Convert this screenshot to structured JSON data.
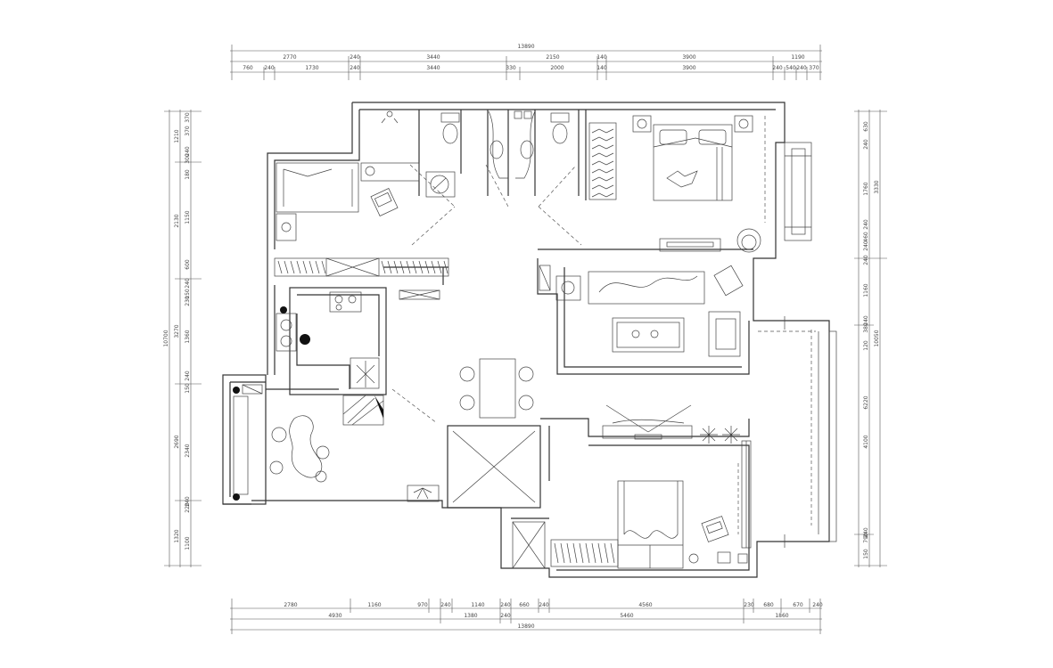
{
  "dimensions": {
    "top_total": "13890",
    "top_row1": [
      "2770",
      "240",
      "3440",
      "2150",
      "140",
      "3900",
      "1190"
    ],
    "top_row2": [
      "760",
      "240",
      "1730",
      "240",
      "3440",
      "330",
      "2000",
      "140",
      "3900",
      "240",
      "540",
      "240",
      "370"
    ],
    "bottom_row1": [
      "2780",
      "1160",
      "970",
      "240",
      "1140",
      "240",
      "660",
      "240",
      "4560",
      "230",
      "680",
      "670",
      "240"
    ],
    "bottom_row2": [
      "4930",
      "1380",
      "240",
      "5460",
      "1860"
    ],
    "bottom_total": "13890",
    "left_outer": [
      "1210",
      "2130",
      "3270",
      "2690",
      "1320"
    ],
    "left_total": "10700",
    "left_inner": [
      "370",
      "370",
      "240",
      "300",
      "180",
      "1150",
      "600",
      "240",
      "150",
      "230",
      "1360",
      "240",
      "150",
      "2340",
      "240",
      "220",
      "1100"
    ],
    "right_outer": [
      "3330",
      "10050"
    ],
    "right_inner": [
      "630",
      "240",
      "1760",
      "240",
      "460",
      "240",
      "240",
      "1160",
      "240",
      "380",
      "120",
      "6220",
      "4100",
      "240",
      "790",
      "150"
    ]
  }
}
